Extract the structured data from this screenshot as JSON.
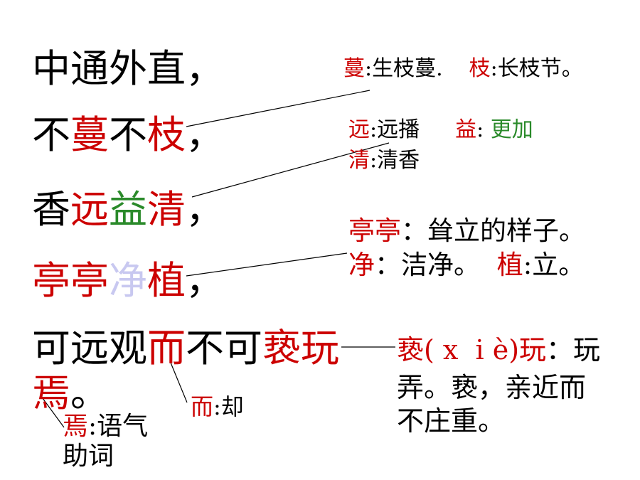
{
  "colors": {
    "black": "#000000",
    "red": "#cc0000",
    "green": "#2a8a2a",
    "lavender": "#c8c8f0",
    "background": "#ffffff",
    "connector": "#000000"
  },
  "poem": {
    "lines": [
      {
        "segments": [
          {
            "text": "中通外直，",
            "color": "black"
          }
        ]
      },
      {
        "segments": [
          {
            "text": "不",
            "color": "black"
          },
          {
            "text": "蔓",
            "color": "red"
          },
          {
            "text": "不",
            "color": "black"
          },
          {
            "text": "枝",
            "color": "red"
          },
          {
            "text": "，",
            "color": "black"
          }
        ]
      },
      {
        "segments": [
          {
            "text": "香",
            "color": "black"
          },
          {
            "text": "远",
            "color": "red"
          },
          {
            "text": "益",
            "color": "green"
          },
          {
            "text": "清",
            "color": "red"
          },
          {
            "text": "，",
            "color": "black"
          }
        ]
      },
      {
        "segments": [
          {
            "text": "亭亭",
            "color": "red"
          },
          {
            "text": "净",
            "color": "lavender"
          },
          {
            "text": "植",
            "color": "red"
          },
          {
            "text": "，",
            "color": "black"
          }
        ]
      },
      {
        "segments": [
          {
            "text": "可远观",
            "color": "black"
          },
          {
            "text": "而",
            "color": "red"
          },
          {
            "text": "不可",
            "color": "black"
          },
          {
            "text": "亵玩",
            "color": "red"
          }
        ]
      },
      {
        "segments": [
          {
            "text": "焉",
            "color": "red"
          },
          {
            "text": "。",
            "color": "black"
          }
        ]
      }
    ]
  },
  "notes": {
    "man_zhi": {
      "segments": [
        {
          "text": "蔓",
          "color": "red"
        },
        {
          "text": ":生枝蔓.",
          "color": "black"
        },
        {
          "text": "枝",
          "color": "red"
        },
        {
          "text": ":长枝节。",
          "color": "black"
        }
      ]
    },
    "yuan_yi": {
      "segments": [
        {
          "text": "远",
          "color": "red"
        },
        {
          "text": ":远播",
          "color": "black"
        },
        {
          "text": "益",
          "color": "red"
        },
        {
          "text": ": ",
          "color": "black"
        },
        {
          "text": "更加",
          "color": "green"
        }
      ]
    },
    "qing": {
      "segments": [
        {
          "text": "清",
          "color": "red"
        },
        {
          "text": ":清香",
          "color": "black"
        }
      ]
    },
    "ting_ting": {
      "segments": [
        {
          "text": "亭亭",
          "color": "red"
        },
        {
          "text": "：耸立的样子。",
          "color": "black"
        }
      ]
    },
    "jing_zhi": {
      "segments": [
        {
          "text": "净",
          "color": "red"
        },
        {
          "text": "：洁净。 ",
          "color": "black"
        },
        {
          "text": "植",
          "color": "red"
        },
        {
          "text": ":立。",
          "color": "black"
        }
      ]
    },
    "xie_wan": {
      "first_line": [
        {
          "text": "亵( x  i è)玩",
          "color": "red"
        },
        {
          "text": "：玩",
          "color": "black"
        }
      ],
      "second_line": "弄。亵，亲近而",
      "third_line": "不庄重。"
    },
    "er": {
      "segments": [
        {
          "text": "而",
          "color": "red"
        },
        {
          "text": ":却",
          "color": "black"
        }
      ]
    },
    "yan": {
      "first_line": [
        {
          "text": "焉",
          "color": "red"
        },
        {
          "text": ":语气",
          "color": "black"
        }
      ],
      "second_line": "助词"
    }
  }
}
